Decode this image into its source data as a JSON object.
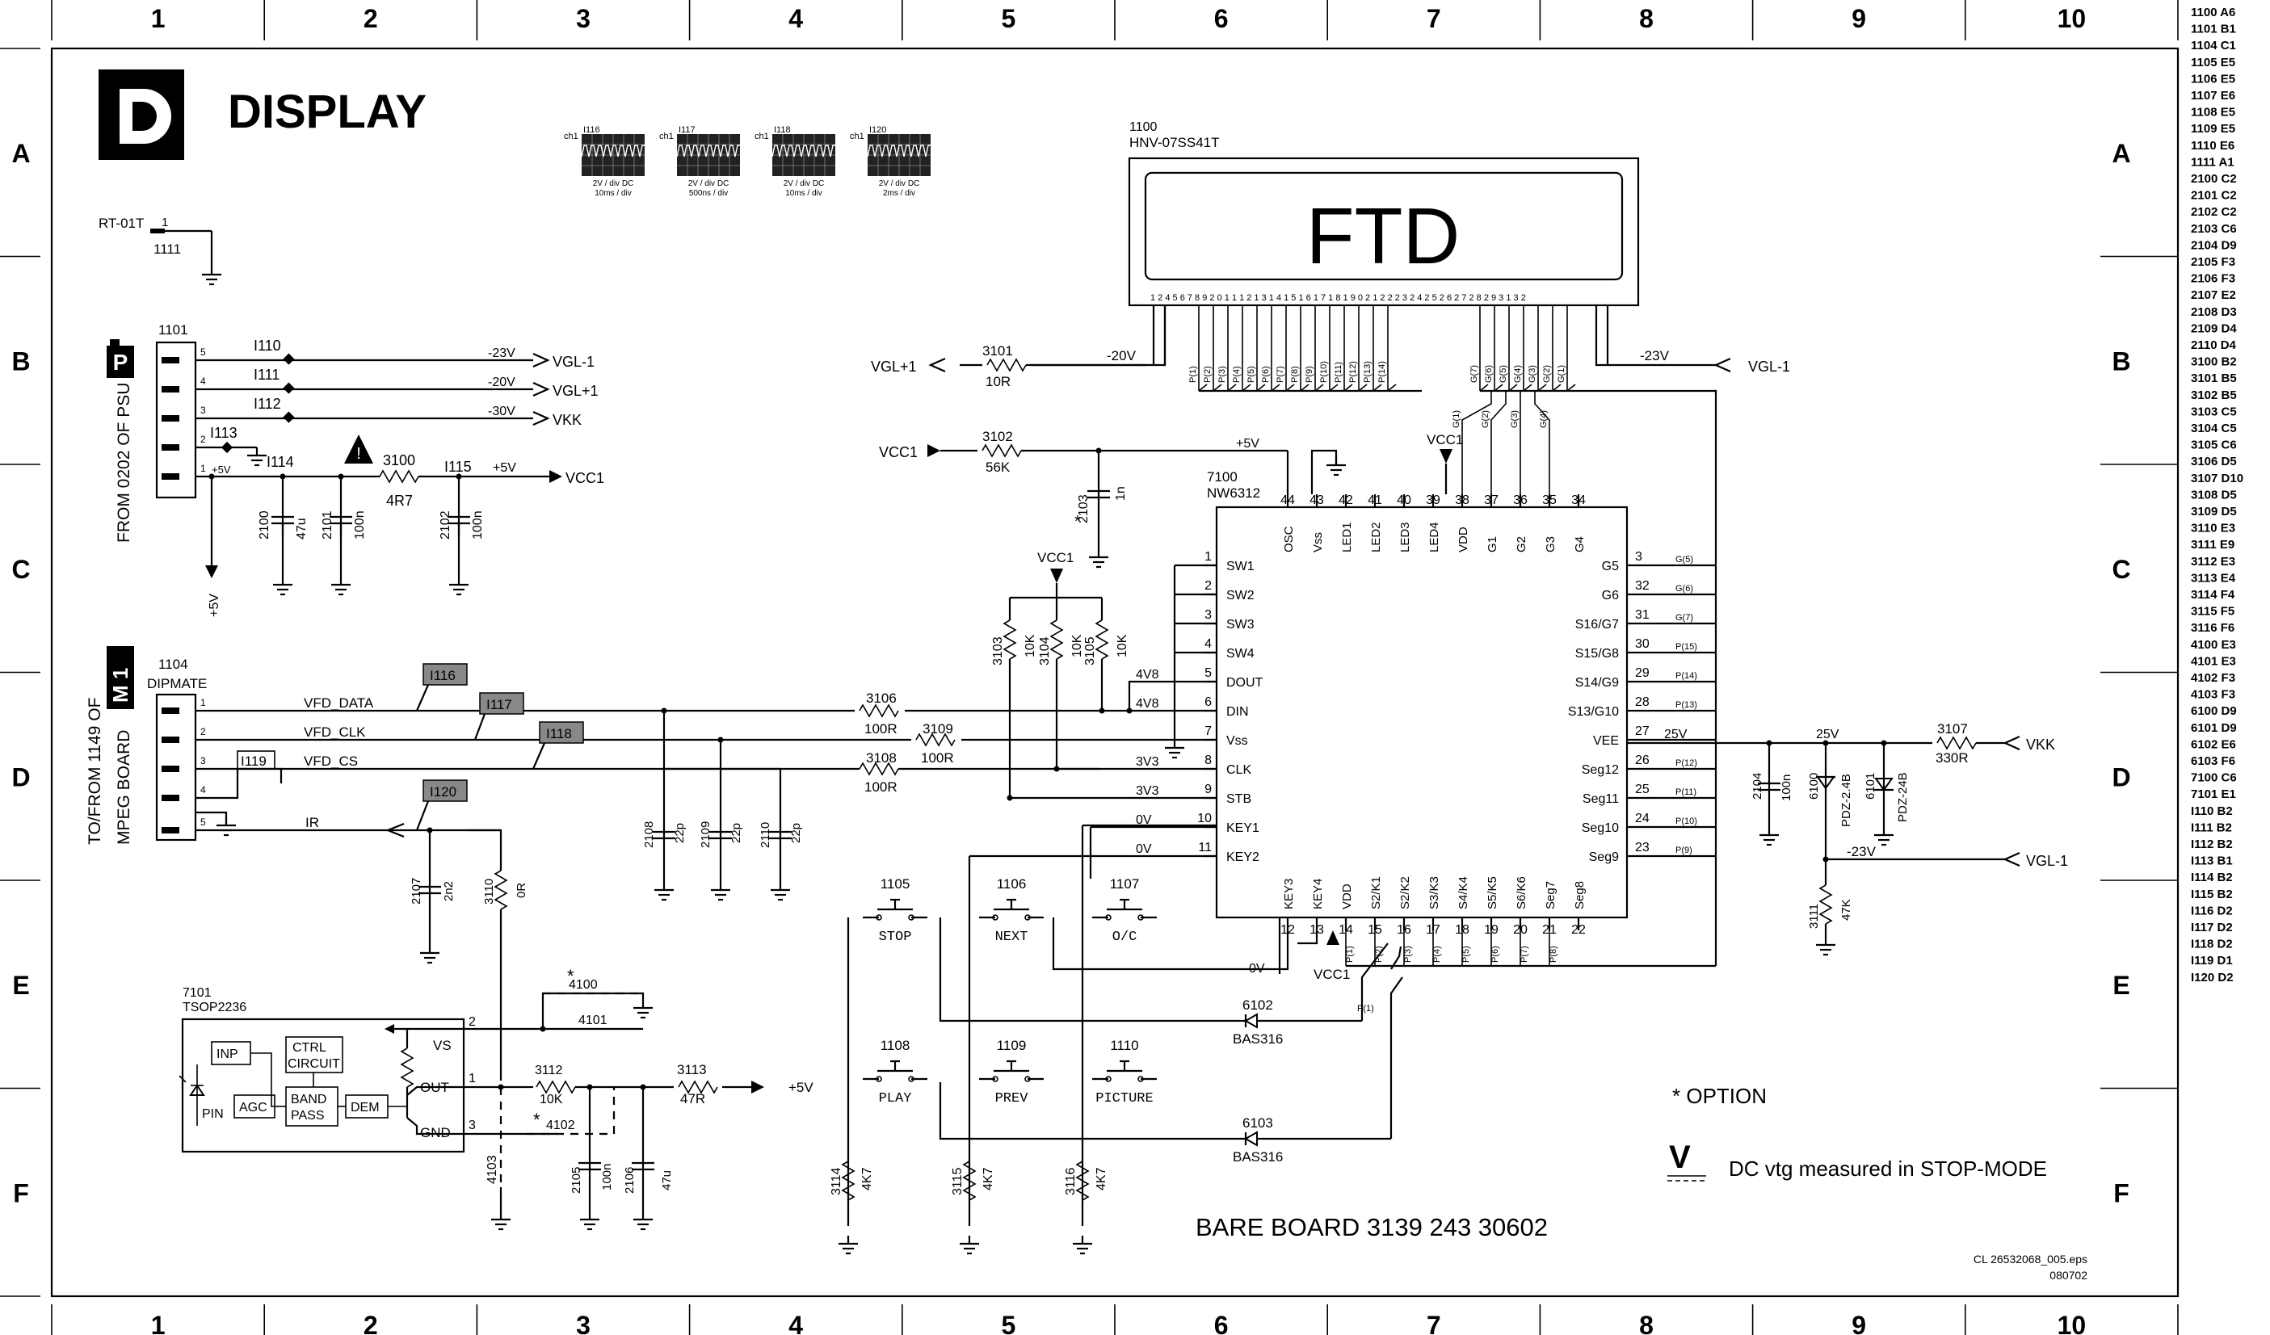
{
  "header": {
    "logo_letter": "D",
    "title": "DISPLAY"
  },
  "grid": {
    "cols": [
      "1",
      "2",
      "3",
      "4",
      "5",
      "6",
      "7",
      "8",
      "9",
      "10"
    ],
    "rows": [
      "A",
      "B",
      "C",
      "D",
      "E",
      "F"
    ]
  },
  "scopes": [
    {
      "ch": "ch1",
      "id": "I116",
      "sub1": "2V / div DC",
      "sub2": "10ms / div"
    },
    {
      "ch": "ch1",
      "id": "I117",
      "sub1": "2V / div DC",
      "sub2": "500ns / div"
    },
    {
      "ch": "ch1",
      "id": "I118",
      "sub1": "2V / div DC",
      "sub2": "10ms / div"
    },
    {
      "ch": "ch1",
      "id": "I120",
      "sub1": "2V / div DC",
      "sub2": "2ms / div"
    }
  ],
  "display_module": {
    "ref": "1100",
    "part": "HNV-07SS41T",
    "label": "FTD",
    "pins": "1  2    4  5  6  7  8 9 2 0 1 1  1 2 1 3  1 4 1 5 1 6 1 7 1 8 1 9   0 2 1 2 2 2 3  2 4 2 5 2 6 2 7 2 8 2 9    3 1 3 2"
  },
  "vfd_pins_p": [
    "P(1)",
    "P(2)",
    "P(3)",
    "P(4)",
    "P(5)",
    "P(6)",
    "P(7)",
    "P(8)",
    "P(9)",
    "P(10)",
    "P(11)",
    "P(12)",
    "P(13)",
    "P(14)"
  ],
  "vfd_pins_g": [
    "G(7)",
    "G(6)",
    "G(5)",
    "G(4)",
    "G(3)",
    "G(2)",
    "G(1)"
  ],
  "ic": {
    "ref": "7100",
    "part": "NW6312",
    "top_pin_nums": [
      "44",
      "43",
      "42",
      "41",
      "40",
      "39",
      "38",
      "37",
      "36",
      "35",
      "34"
    ],
    "top_pin_names": [
      "OSC",
      "Vss",
      "LED1",
      "LED2",
      "LED3",
      "LED4",
      "VDD",
      "G1",
      "G2",
      "G3",
      "G4"
    ],
    "left_pin_nums": [
      "1",
      "2",
      "3",
      "4",
      "5",
      "6",
      "7",
      "8",
      "9",
      "10",
      "11"
    ],
    "left_pin_names": [
      "SW1",
      "SW2",
      "SW3",
      "SW4",
      "DOUT",
      "DIN",
      "Vss",
      "CLK",
      "STB",
      "KEY1",
      "KEY2"
    ],
    "right_pin_nums": [
      "3",
      "32",
      "31",
      "30",
      "29",
      "28",
      "27",
      "26",
      "25",
      "24",
      "23"
    ],
    "right_pin_names": [
      "G5",
      "G6",
      "S16/G7",
      "S15/G8",
      "S14/G9",
      "S13/G10",
      "VEE",
      "Seg12",
      "Seg11",
      "Seg10",
      "Seg9"
    ],
    "right_nets": [
      "G(5)",
      "G(6)",
      "G(7)",
      "P(15)",
      "P(14)",
      "P(13)",
      "25V",
      "P(12)",
      "P(11)",
      "P(10)",
      "P(9)"
    ],
    "bottom_pin_nums": [
      "12",
      "13",
      "14",
      "15",
      "16",
      "17",
      "18",
      "19",
      "20",
      "21",
      "22"
    ],
    "bottom_pin_names": [
      "KEY3",
      "KEY4",
      "VDD",
      "S2/K1",
      "S2/K2",
      "S3/K3",
      "S4/K4",
      "S5/K5",
      "S6/K6",
      "Seg7",
      "Seg8"
    ],
    "bottom_nets": [
      "P(1)",
      "P(2)",
      "P(3)",
      "P(4)",
      "P(5)",
      "P(6)",
      "P(7)",
      "P(8)"
    ]
  },
  "psu_connector": {
    "ref": "1101",
    "side_label": "FROM 0202 OF PSU",
    "badge": "P",
    "pins": [
      "5",
      "4",
      "3",
      "2",
      "1"
    ],
    "nets": [
      {
        "tp": "I110",
        "v": "-23V",
        "dest": "VGL-1"
      },
      {
        "tp": "I111",
        "v": "-20V",
        "dest": "VGL+1"
      },
      {
        "tp": "I112",
        "v": "-30V",
        "dest": "VKK"
      },
      {
        "tp": "I113",
        "v": "",
        "dest": ""
      },
      {
        "tp": "I114",
        "v": "+5V",
        "dest": ""
      }
    ],
    "fuse_ref": "3100",
    "fuse_val": "4R7",
    "tp115": "I115",
    "plus5": "+5V",
    "vcc1": "VCC1",
    "caps": [
      {
        "ref": "2100",
        "val": "47u"
      },
      {
        "ref": "2101",
        "val": "100n"
      },
      {
        "ref": "2102",
        "val": "100n"
      }
    ],
    "down_label": "+5V"
  },
  "rt": {
    "ref": "RT-01T",
    "pin": "1",
    "num": "1111"
  },
  "mpeg_connector": {
    "ref": "1104",
    "type": "DIPMATE",
    "side_label1": "TO/FROM 1149 OF",
    "side_label2": "MPEG BOARD",
    "badge": "M 1",
    "pins": [
      "1",
      "2",
      "3",
      "4",
      "5"
    ],
    "signals": [
      "VFD_DATA",
      "VFD_CLK",
      "VFD_CS",
      "",
      "IR"
    ],
    "tps": [
      "I116",
      "I117",
      "I118",
      "I119",
      "I120"
    ]
  },
  "parts": {
    "r3101": [
      "3101",
      "10R"
    ],
    "r3102": [
      "3102",
      "56K"
    ],
    "c2103": [
      "2103",
      "1n"
    ],
    "r3103": [
      "3103",
      "10K"
    ],
    "r3104": [
      "3104",
      "10K"
    ],
    "r3105": [
      "3105",
      "10K"
    ],
    "r3106": [
      "3106",
      "100R"
    ],
    "r3109": [
      "3109",
      "100R"
    ],
    "r3108": [
      "3108",
      "100R"
    ],
    "c2108": [
      "2108",
      "22p"
    ],
    "c2109": [
      "2109",
      "22p"
    ],
    "c2110": [
      "2110",
      "22p"
    ],
    "c2107": [
      "2107",
      "2n2"
    ],
    "r3110": [
      "3110",
      "0R"
    ],
    "c2104": [
      "2104",
      "100n"
    ],
    "d6100": [
      "6100",
      "PDZ-2.4B"
    ],
    "d6101": [
      "6101",
      "PDZ-24B"
    ],
    "r3107": [
      "3107",
      "330R"
    ],
    "r3111": [
      "3111",
      "47K"
    ],
    "r3112": [
      "3112",
      "10K"
    ],
    "r3113": [
      "3113",
      "47R"
    ],
    "c2105": [
      "2105",
      "100n"
    ],
    "c2106": [
      "2106",
      "47u"
    ],
    "r3114": [
      "3114",
      "4K7"
    ],
    "r3115": [
      "3115",
      "4K7"
    ],
    "r3116": [
      "3116",
      "4K7"
    ],
    "d6102": [
      "6102",
      "BAS316"
    ],
    "d6103": [
      "6103",
      "BAS316"
    ]
  },
  "nets": {
    "vgl_p1": "VGL+1",
    "m20v": "-20V",
    "m23v": "-23V",
    "vgl_m1": "VGL-1",
    "vcc1": "VCC1",
    "p5v": "+5V",
    "v4v8a": "4V8",
    "v4v8b": "4V8",
    "v3v3a": "3V3",
    "v3v3b": "3V3",
    "v0a": "0V",
    "v0b": "0V",
    "v0c": "0V",
    "v25a": "25V",
    "v25b": "25V",
    "vkk": "VKK",
    "p5v_out": "+5V",
    "opt4100": "4100",
    "opt4101": "4101",
    "opt4102": "4102",
    "opt4103": "4103"
  },
  "buttons": [
    {
      "ref": "1105",
      "label": "STOP"
    },
    {
      "ref": "1106",
      "label": "NEXT"
    },
    {
      "ref": "1107",
      "label": "O/C"
    },
    {
      "ref": "1108",
      "label": "PLAY"
    },
    {
      "ref": "1109",
      "label": "PREV"
    },
    {
      "ref": "1110",
      "label": "PICTURE"
    }
  ],
  "receiver": {
    "ref": "7101",
    "part": "TSOP2236",
    "blocks": [
      "INP",
      "CTRL",
      "CIRCUIT",
      "AGC",
      "BAND",
      "PASS",
      "DEM"
    ],
    "pins": [
      "VS",
      "OUT",
      "GND"
    ],
    "pin_nums": [
      "2",
      "1",
      "3"
    ],
    "pin_label": "PIN"
  },
  "notes": {
    "option": "* OPTION",
    "dc_symbol": "V",
    "dc_text": "DC vtg measured in STOP-MODE",
    "bare_board": "BARE BOARD 3139 243 30602",
    "file": "CL 26532068_005.eps",
    "date": "080702"
  },
  "index": [
    "1100 A6",
    "1101 B1",
    "1104 C1",
    "1105 E5",
    "1106 E5",
    "1107 E6",
    "1108 E5",
    "1109 E5",
    "1110 E6",
    "1111 A1",
    "2100 C2",
    "2101 C2",
    "2102 C2",
    "2103 C6",
    "2104 D9",
    "2105 F3",
    "2106 F3",
    "2107 E2",
    "2108 D3",
    "2109 D4",
    "2110 D4",
    "3100 B2",
    "3101 B5",
    "3102 B5",
    "3103 C5",
    "3104 C5",
    "3105 C6",
    "3106 D5",
    "3107 D10",
    "3108 D5",
    "3109 D5",
    "3110 E3",
    "3111 E9",
    "3112 E3",
    "3113 E4",
    "3114 F4",
    "3115 F5",
    "3116 F6",
    "4100 E3",
    "4101 E3",
    "4102 F3",
    "4103 F3",
    "6100 D9",
    "6101 D9",
    "6102 E6",
    "6103 F6",
    "7100 C6",
    "7101 E1",
    "I110 B2",
    "I111 B2",
    "I112 B2",
    "I113 B1",
    "I114 B2",
    "I115 B2",
    "I116 D2",
    "I117 D2",
    "I118 D2",
    "I119 D1",
    "I120 D2"
  ]
}
